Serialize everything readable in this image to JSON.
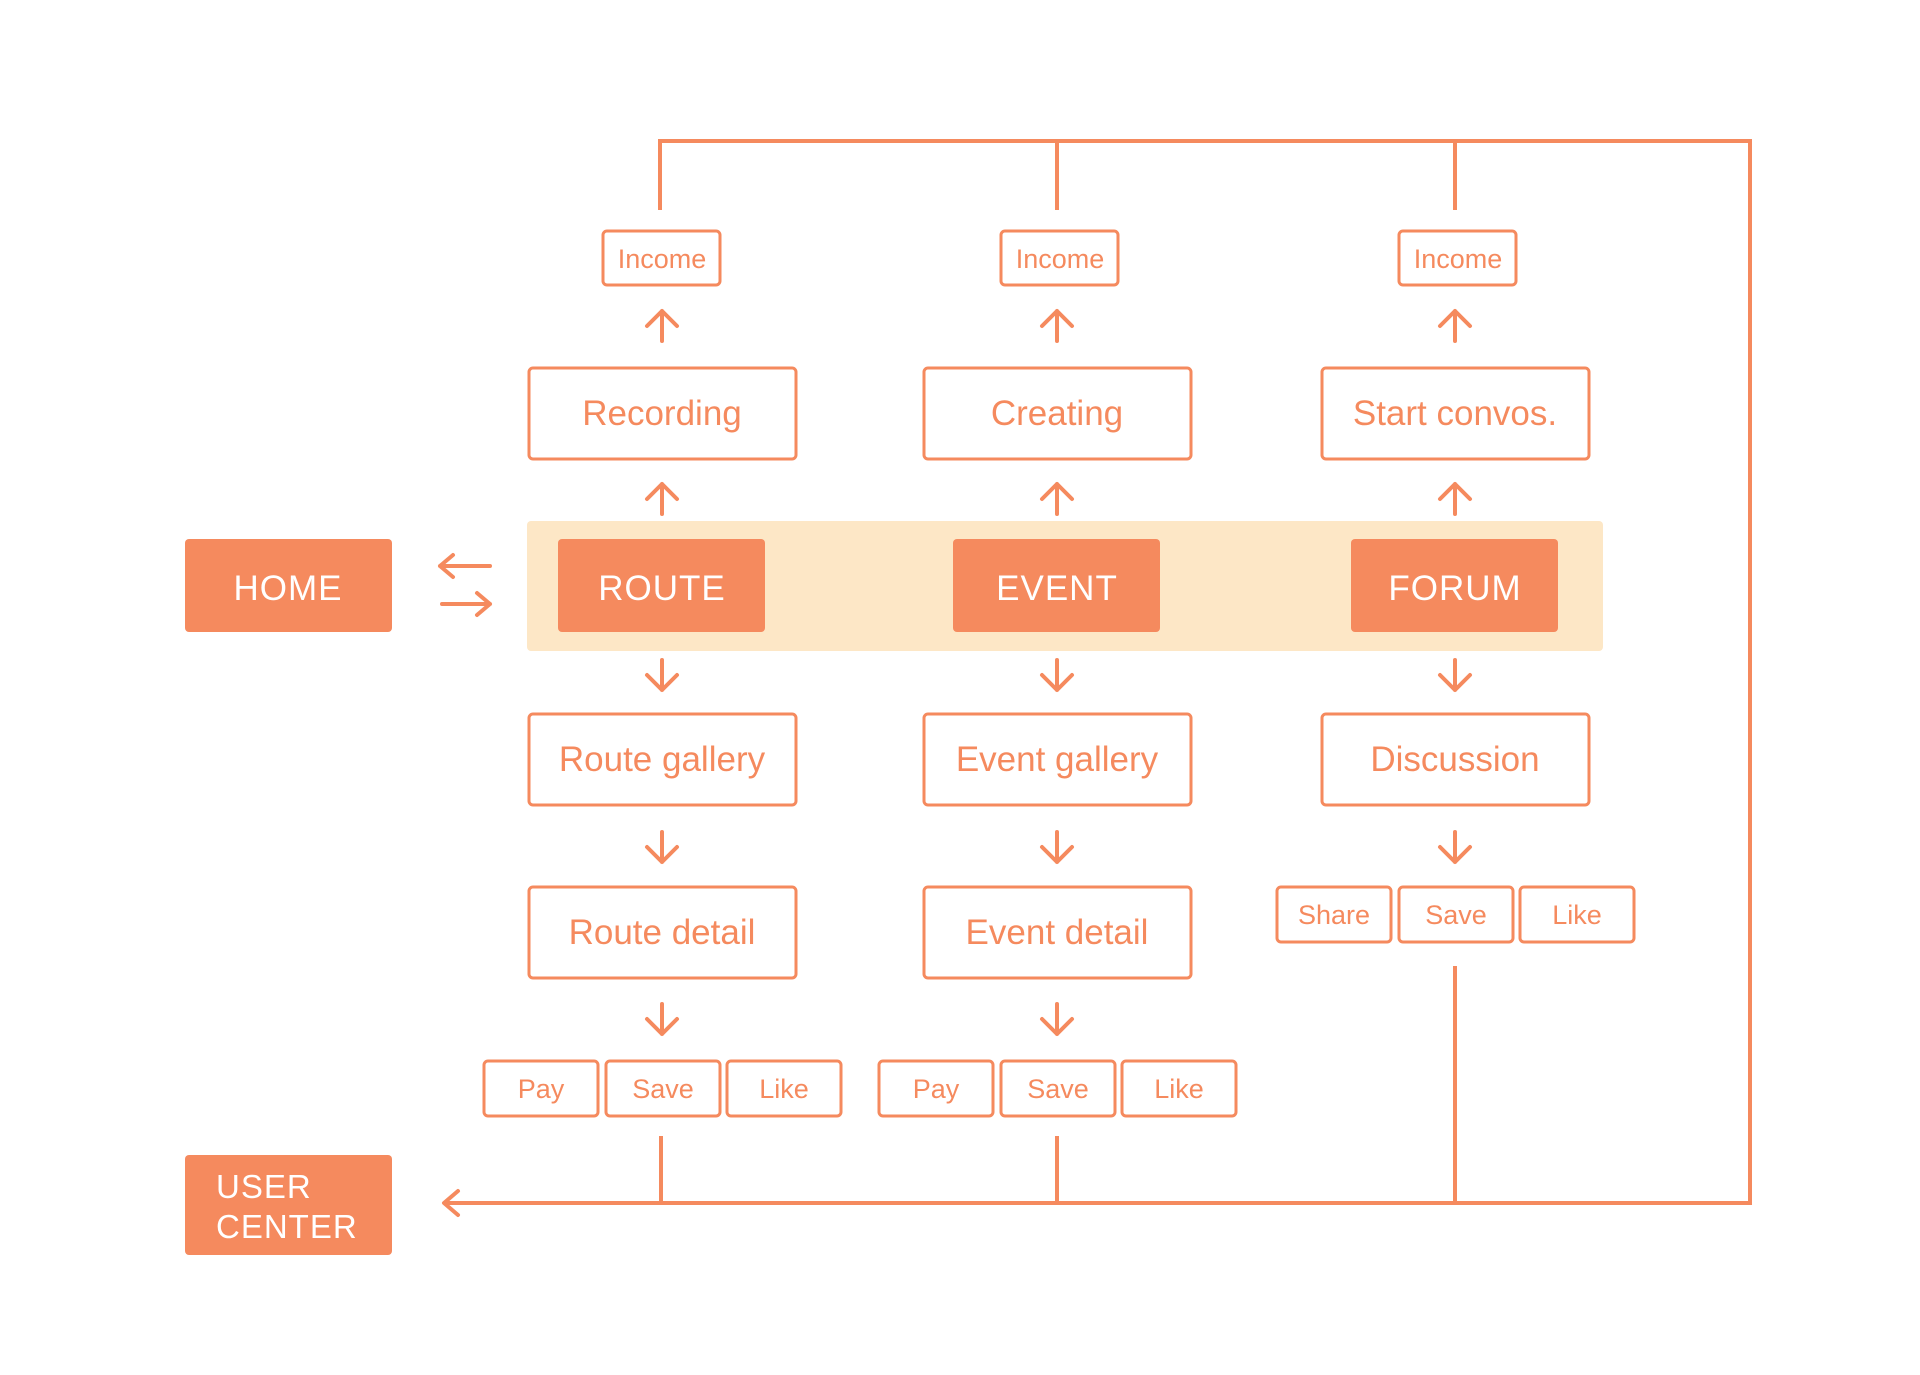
{
  "colors": {
    "accent": "#F58A5E",
    "band": "#FDE7C6",
    "white": "#FFFFFF"
  },
  "primary_nodes": {
    "home": "HOME",
    "route": "ROUTE",
    "event": "EVENT",
    "forum": "FORUM",
    "user_center_line1": "USER",
    "user_center_line2": "CENTER"
  },
  "route_column": {
    "income": "Income",
    "create": "Recording",
    "gallery": "Route gallery",
    "detail": "Route detail",
    "actions": [
      "Pay",
      "Save",
      "Like"
    ]
  },
  "event_column": {
    "income": "Income",
    "create": "Creating",
    "gallery": "Event gallery",
    "detail": "Event detail",
    "actions": [
      "Pay",
      "Save",
      "Like"
    ]
  },
  "forum_column": {
    "income": "Income",
    "create": "Start convos.",
    "discussion": "Discussion",
    "actions": [
      "Share",
      "Save",
      "Like"
    ]
  }
}
